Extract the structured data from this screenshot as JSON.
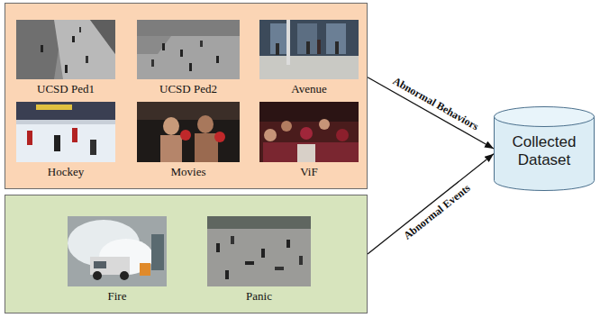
{
  "diagram": {
    "nodes": [
      {
        "text": []
      },
      {
        "text": [
          "UCSD Ped1"
        ],
        "in": 0
      },
      {
        "text": [
          "UCSD Ped2"
        ],
        "in": 0
      },
      {
        "text": [
          "Avenue"
        ],
        "in": 0
      },
      {
        "text": [
          "Hockey"
        ],
        "in": 0
      },
      {
        "text": [
          "Movies"
        ],
        "in": 0
      },
      {
        "text": [
          "ViF"
        ],
        "in": 0
      },
      {
        "text": []
      },
      {
        "text": [
          "Fire"
        ],
        "in": 7
      },
      {
        "text": [
          "Panic"
        ],
        "in": 7
      },
      {
        "text": [
          "Collected Dataset"
        ]
      }
    ],
    "edges": [
      {
        "from": 0,
        "to": 10,
        "arrow": "to",
        "label": "Abnormal Behaviors"
      },
      {
        "from": 7,
        "to": 10,
        "arrow": "to",
        "label": "Abnormal Events"
      }
    ]
  }
}
